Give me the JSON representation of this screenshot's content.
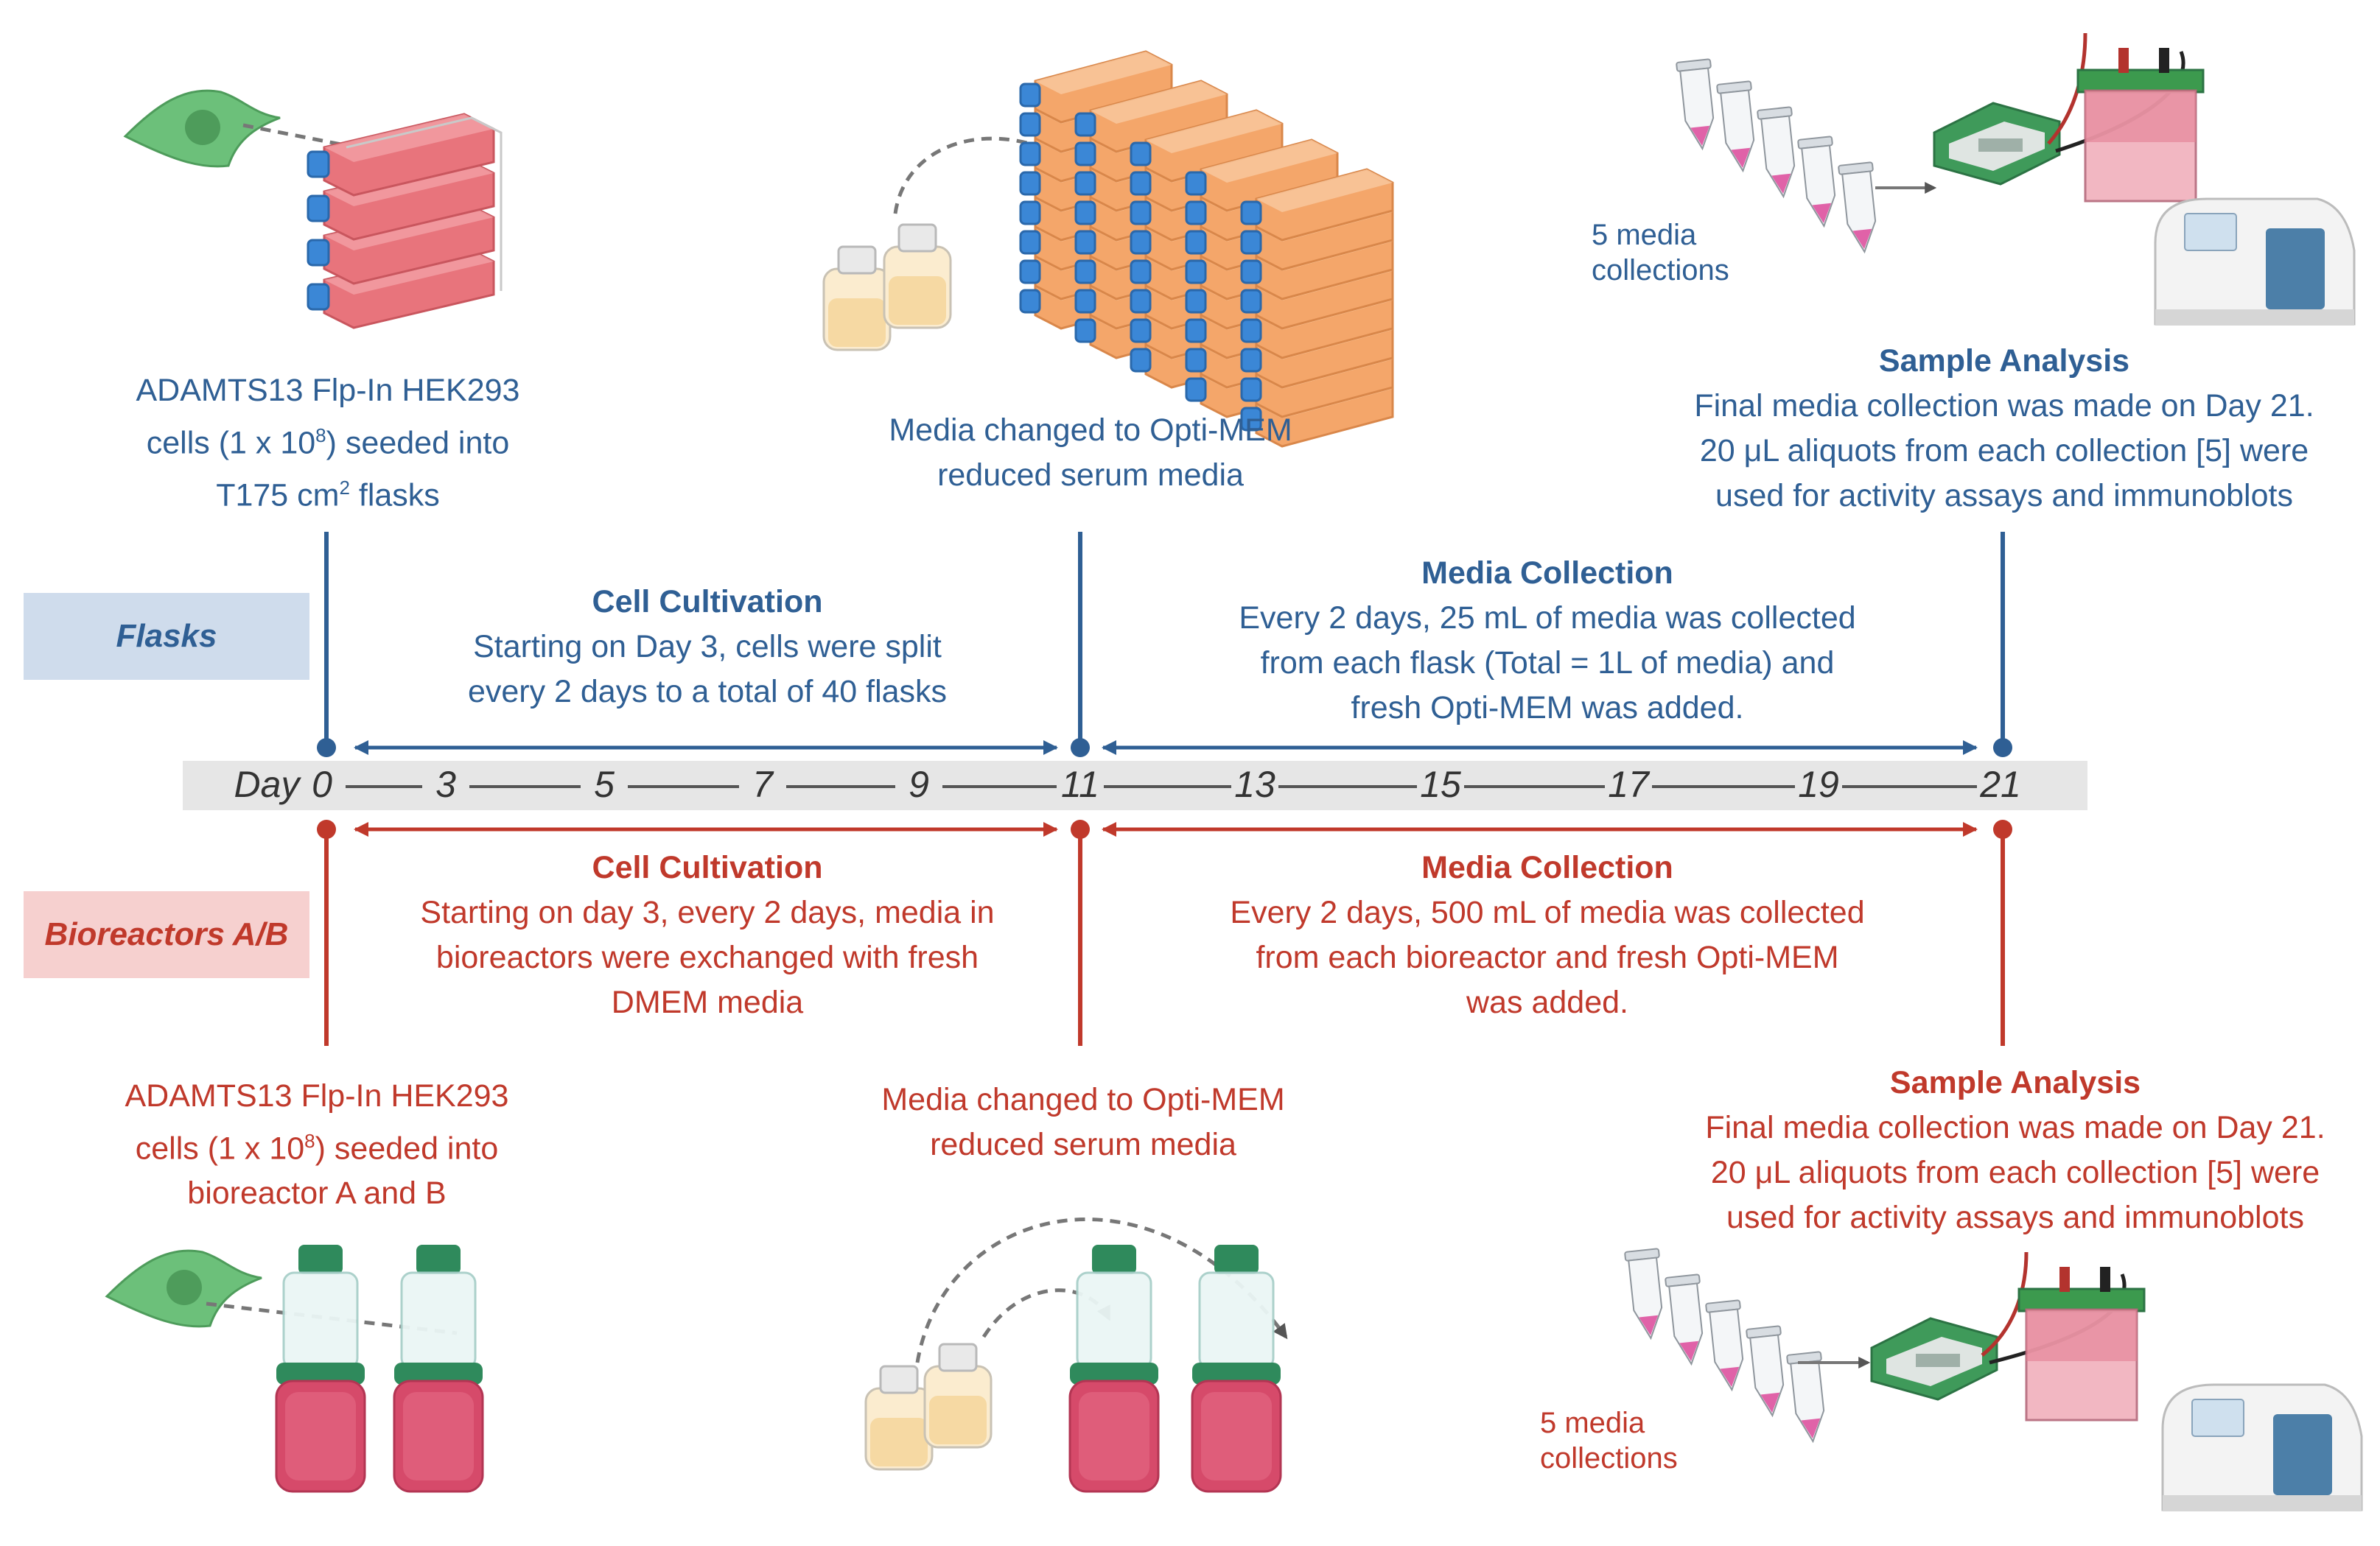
{
  "colors": {
    "blue": "#2f5f94",
    "red": "#c0392b",
    "flask_fill": "#e8747c",
    "orange_fill": "#f4a66a",
    "cap_blue": "#3b87d6",
    "bottle_pink": "#d64a6a",
    "cap_green": "#2f8a5c"
  },
  "icons": [
    "cell-icon",
    "flask-stack-icon",
    "media-bottle-icon",
    "tube-icon",
    "power-supply-icon",
    "gel-tank-icon",
    "spectrophotometer-icon",
    "bioreactor-icon"
  ],
  "rows": {
    "flasks_label": "Flasks",
    "bioreactors_label": "Bioreactors A/B"
  },
  "timeline": {
    "prefix": "Day",
    "ticks": [
      "0",
      "3",
      "5",
      "7",
      "9",
      "11",
      "13",
      "15",
      "17",
      "19",
      "21"
    ]
  },
  "flasks": {
    "seed_lines": [
      "ADAMTS13 Flp-In HEK293",
      "cells (1 x 10",
      "8",
      ") seeded into",
      "T175 cm",
      "2",
      " flasks"
    ],
    "media_change_lines": [
      "Media changed to Opti-MEM",
      "reduced serum media"
    ],
    "cultivation_title": "Cell Cultivation",
    "cultivation_lines": [
      "Starting on Day 3, cells were split",
      "every 2 days to a total of 40 flasks"
    ],
    "collection_title": "Media Collection",
    "collection_lines": [
      "Every 2 days, 25 mL of media was collected",
      "from each flask (Total = 1L of media) and",
      "fresh Opti-MEM was added."
    ],
    "analysis_title": "Sample Analysis",
    "analysis_lines": [
      "Final media collection was made on Day 21.",
      "20 μL aliquots from each collection [5] were",
      "used for activity assays and immunoblots"
    ],
    "collections_label": [
      "5 media",
      "collections"
    ]
  },
  "bioreactors": {
    "cultivation_title": "Cell Cultivation",
    "cultivation_lines": [
      "Starting on day 3, every 2 days, media in",
      "bioreactors were exchanged with fresh",
      "DMEM media"
    ],
    "collection_title": "Media Collection",
    "collection_lines": [
      "Every 2 days, 500 mL of media was collected",
      "from each bioreactor and fresh Opti-MEM",
      "was added."
    ],
    "seed_lines": [
      "ADAMTS13 Flp-In HEK293",
      "cells (1 x 10",
      "8",
      ") seeded into",
      "bioreactor A and B"
    ],
    "media_change_lines": [
      "Media changed to Opti-MEM",
      "reduced serum media"
    ],
    "analysis_title": "Sample Analysis",
    "analysis_lines": [
      "Final media collection was made on Day 21.",
      "20 μL aliquots from each collection [5] were",
      "used for activity assays and immunoblots"
    ],
    "collections_label": [
      "5 media",
      "collections"
    ]
  }
}
